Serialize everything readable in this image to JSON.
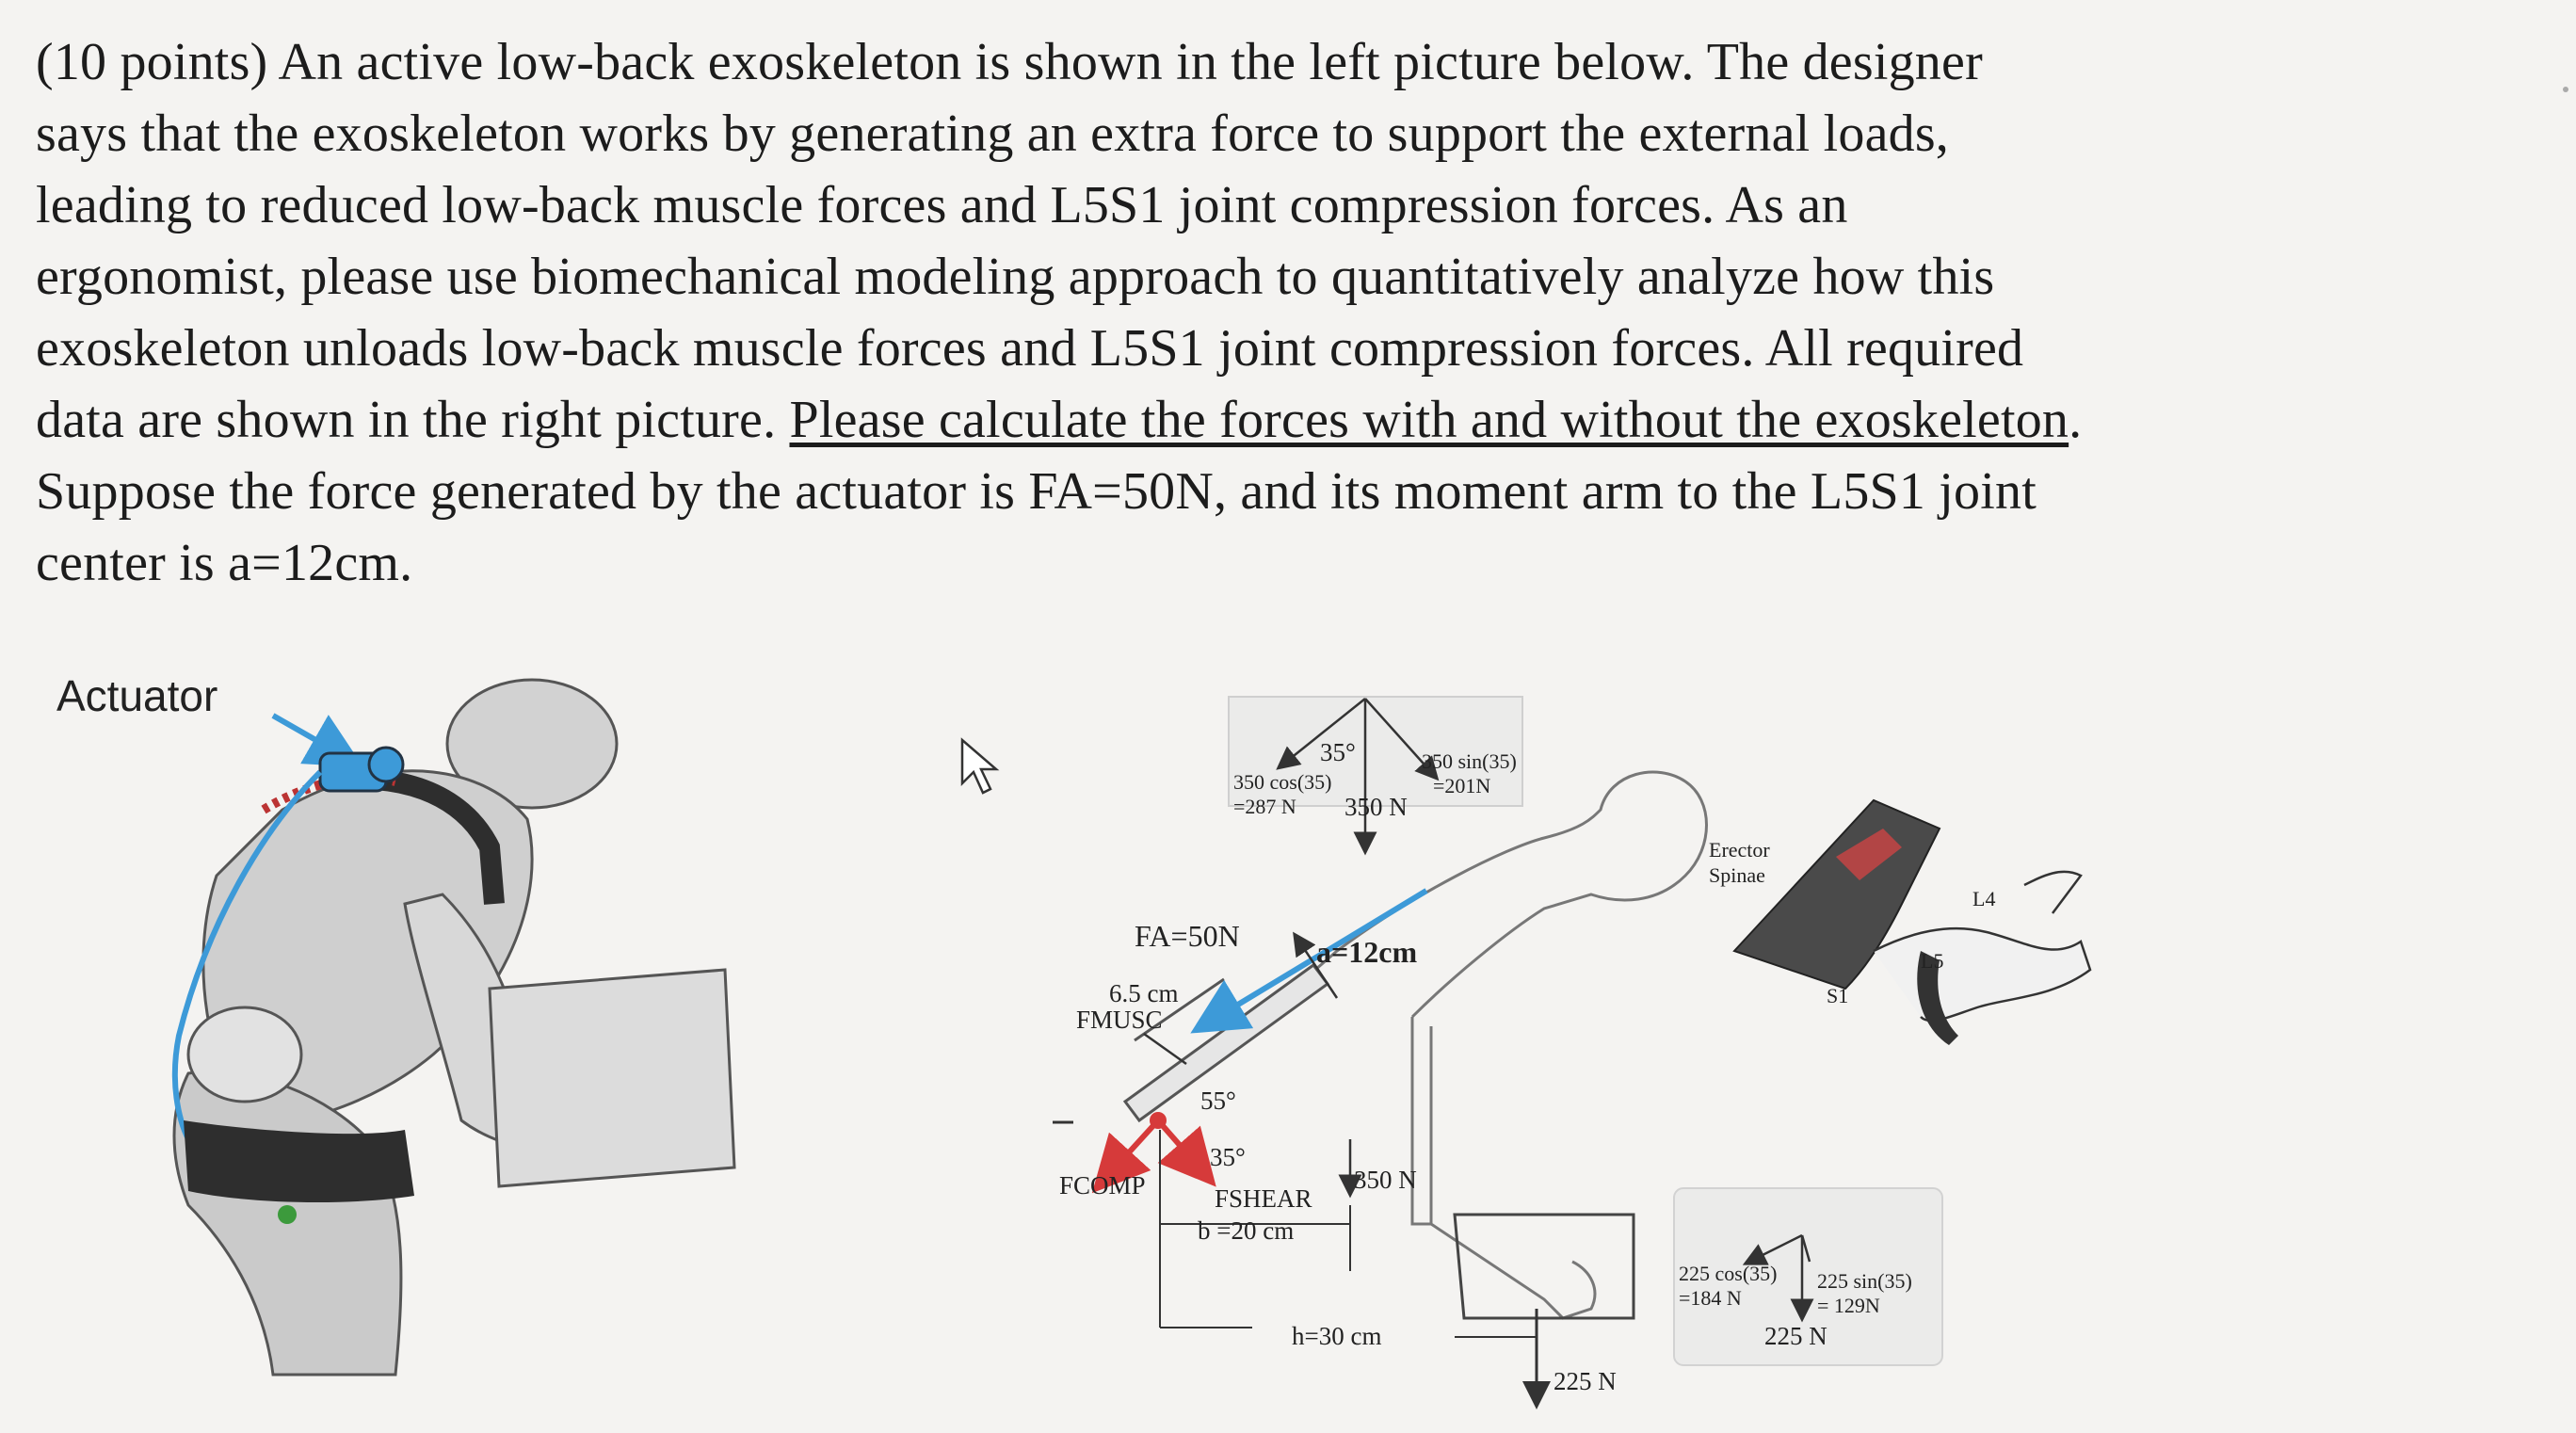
{
  "problem": {
    "lines": [
      "(10 points) An active low-back exoskeleton is shown in the left picture below. The designer",
      "says that the exoskeleton works by generating an extra force to support the external loads,",
      "leading to reduced low-back muscle forces and L5S1 joint compression forces. As an",
      "ergonomist, please use biomechanical modeling approach to quantitatively analyze how this",
      "exoskeleton unloads low-back muscle forces and L5S1 joint compression forces. All required"
    ],
    "line6_prefix": "data are shown in the right picture. ",
    "line6_underlined": "Please calculate the forces with and without the exoskeleton",
    "line6_suffix": ".",
    "line7": "Suppose the force generated by the actuator is FA=50N, and its moment arm to the L5S1 joint",
    "line8": "center is a=12cm."
  },
  "left_figure": {
    "label": "Actuator"
  },
  "diagram": {
    "top_box": {
      "angle": "35°",
      "cos_label": "350 cos(35)",
      "cos_value": "=287 N",
      "sin_label": "350 sin(35)",
      "sin_value": "=201N",
      "force": "350 N"
    },
    "fa": "FA=50N",
    "a_label": "a=12cm",
    "musc_arm": "6.5 cm",
    "fmusc": "FMUSC",
    "angle55": "55°",
    "angle35": "35°",
    "fcomp": "FCOMP",
    "fshear": "FSHEAR",
    "b_label": "b =20 cm",
    "torso_force": "350 N",
    "h_label": "h=30 cm",
    "hand_force": "225 N",
    "spine": {
      "erector": "Erector",
      "spinae": "Spinae",
      "l4": "L4",
      "l5": "L5",
      "s1": "S1"
    },
    "bottom_box": {
      "cos_label": "225 cos(35)",
      "cos_value": "=184 N",
      "sin_label": "225 sin(35)",
      "sin_value": "= 129N",
      "force": "225 N"
    }
  },
  "colors": {
    "actuator_blue": "#3d9ad8",
    "joint_red": "#d63a3a",
    "figure_gray": "#c9c9c9",
    "belt_dark": "#2e2e2e"
  }
}
